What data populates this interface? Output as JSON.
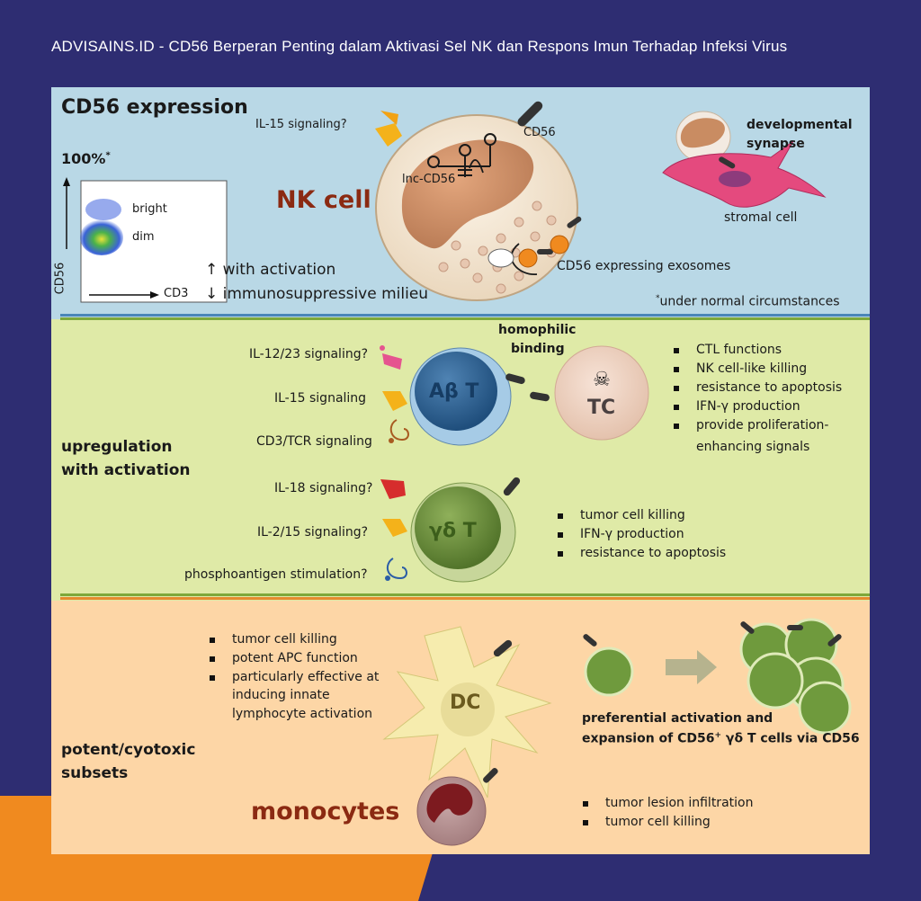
{
  "header": {
    "title": "ADVISAINS.ID - CD56 Berperan Penting dalam Aktivasi Sel NK dan Respons Imun Terhadap Infeksi Virus"
  },
  "colors": {
    "background": "#2e2d72",
    "accent_orange": "#f08a1f",
    "section_expression": "#b9d8e6",
    "section_activation": "#dfeaa7",
    "section_cytotoxic": "#fdd6a6",
    "nk_label": "#8b2a12"
  },
  "expression": {
    "heading": "CD56 expression",
    "percent": "100%",
    "percent_sup": "*",
    "flow": {
      "y_label": "CD56",
      "x_label": "CD3",
      "bright": "bright",
      "dim": "dim"
    },
    "cell_label": "NK cell",
    "lnc_label": "lnc-CD56",
    "cd56_label": "CD56",
    "il15_label": "IL-15 signaling?",
    "exosomes_label": "CD56 expressing exosomes",
    "activation_up": "↑ with activation",
    "suppression_down": "↓ immunosuppressive milieu",
    "synapse_label_1": "developmental",
    "synapse_label_2": "synapse",
    "stromal_label": "stromal cell",
    "footnote_mark": "*",
    "footnote": "under normal circumstances"
  },
  "activation": {
    "heading_1": "upregulation",
    "heading_2": "with activation",
    "ab_cell": "Aβ T",
    "tc_cell": "TC",
    "homophilic_1": "homophilic",
    "homophilic_2": "binding",
    "ab_signals": [
      "IL-12/23 signaling?",
      "IL-15 signaling",
      "CD3/TCR signaling"
    ],
    "ab_functions": [
      "CTL functions",
      "NK cell-like killing",
      "resistance to apoptosis",
      "IFN-γ production",
      "provide proliferation-",
      "enhancing signals"
    ],
    "gd_cell": "γδ T",
    "gd_signals": [
      "IL-18 signaling?",
      "IL-2/15 signaling?",
      "phosphoantigen stimulation?"
    ],
    "gd_functions": [
      "tumor cell killing",
      "IFN-γ production",
      "resistance to apoptosis"
    ]
  },
  "cytotoxic": {
    "heading_1": "potent/cyotoxic",
    "heading_2": "subsets",
    "dc_cell": "DC",
    "dc_functions": [
      "tumor cell killing",
      "potent APC function",
      "particularly effective at",
      "inducing innate",
      "lymphocyte activation"
    ],
    "expansion_1": "preferential activation and",
    "expansion_2_pre": "expansion of CD56",
    "expansion_2_sup": "+",
    "expansion_2_post": " γδ T cells via CD56",
    "mono_label": "monocytes",
    "mono_functions": [
      "tumor lesion infiltration",
      "tumor cell killing"
    ]
  }
}
